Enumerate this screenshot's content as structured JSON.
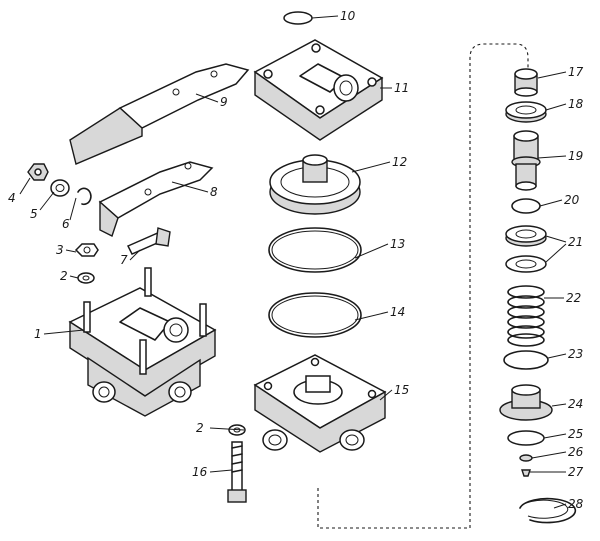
{
  "labels": {
    "l1": "1",
    "l2a": "2",
    "l2b": "2",
    "l3": "3",
    "l4": "4",
    "l5": "5",
    "l6": "6",
    "l7": "7",
    "l8": "8",
    "l9": "9",
    "l10": "10",
    "l11": "11",
    "l12": "12",
    "l13": "13",
    "l14": "14",
    "l15": "15",
    "l16": "16",
    "l17": "17",
    "l18": "18",
    "l19": "19",
    "l20": "20",
    "l21": "21",
    "l22": "22",
    "l23": "23",
    "l24": "24",
    "l25": "25",
    "l26": "26",
    "l27": "27",
    "l28": "28"
  }
}
